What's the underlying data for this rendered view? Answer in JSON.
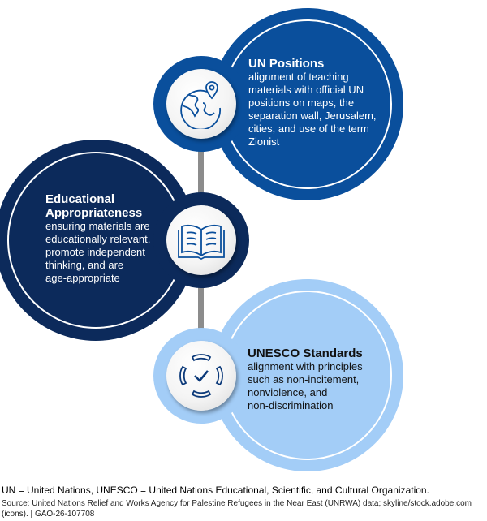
{
  "items": [
    {
      "title": "UN Positions",
      "lines": [
        "alignment of teaching",
        "materials with official UN",
        "positions on maps, the",
        "separation wall, Jerusalem,",
        "cities, and use of the term",
        "Zionist"
      ],
      "icon": "globe-location-pin-icon",
      "color": "#0a4f9c"
    },
    {
      "title_lines": [
        "Educational",
        "Appropriateness"
      ],
      "lines": [
        "ensuring materials are",
        "educationally relevant,",
        "promote independent",
        "thinking, and are",
        "age-appropriate"
      ],
      "icon": "open-book-icon",
      "color": "#0c2a5b"
    },
    {
      "title": "UNESCO Standards",
      "lines": [
        "alignment with principles",
        "such as non-incitement,",
        "nonviolence, and",
        "non-discrimination"
      ],
      "icon": "hands-circle-checkmark-icon",
      "color": "#a3cdf7"
    }
  ],
  "footer": {
    "abbreviations": "UN = United Nations, UNESCO = United Nations Educational, Scientific, and Cultural Organization.",
    "source": "Source: United Nations Relief and Works Agency for Palestine Refugees in the Near East (UNRWA) data; skyline/stock.adobe.com (icons).  |  GAO-26-107708"
  }
}
